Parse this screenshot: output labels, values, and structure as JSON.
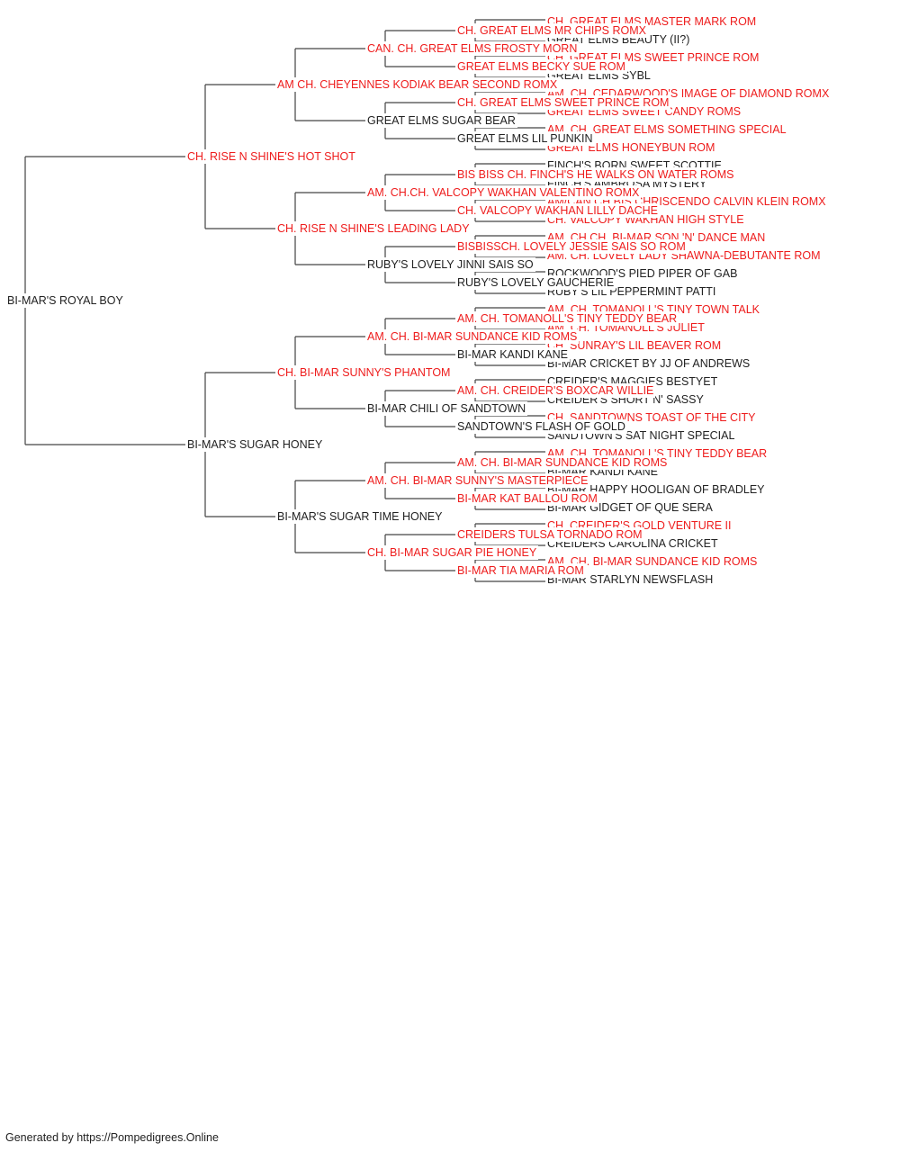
{
  "colors": {
    "titled": "#ee1c1c",
    "plain": "#222222",
    "line": "#444444"
  },
  "pedigree": {
    "name": "BI-MAR'S ROYAL BOY",
    "titled": false,
    "sire": {
      "name": "CH. RISE N SHINE'S HOT SHOT",
      "titled": true,
      "sire": {
        "name": "AM CH. CHEYENNES KODIAK BEAR SECOND ROMX",
        "titled": true,
        "sire": {
          "name": "CAN. CH. GREAT ELMS FROSTY MORN",
          "titled": true,
          "sire": {
            "name": "CH. GREAT ELMS MR CHIPS ROMX",
            "titled": true,
            "sire": {
              "name": "CH. GREAT ELMS MASTER MARK ROM",
              "titled": true
            },
            "dam": {
              "name": "GREAT ELMS BEAUTY (II?)",
              "titled": false
            }
          },
          "dam": {
            "name": "GREAT ELMS BECKY SUE ROM",
            "titled": true,
            "sire": {
              "name": "CH. GREAT ELMS SWEET PRINCE ROM",
              "titled": true
            },
            "dam": {
              "name": "GREAT ELMS SYBL",
              "titled": false
            }
          }
        },
        "dam": {
          "name": "GREAT ELMS SUGAR BEAR",
          "titled": false,
          "sire": {
            "name": "CH. GREAT ELMS SWEET PRINCE ROM",
            "titled": true,
            "sire": {
              "name": "AM. CH. CEDARWOOD'S IMAGE OF DIAMOND ROMX",
              "titled": true
            },
            "dam": {
              "name": "GREAT ELMS SWEET CANDY ROMS",
              "titled": true
            }
          },
          "dam": {
            "name": "GREAT ELMS LIL PUNKIN",
            "titled": false,
            "sire": {
              "name": "AM. CH. GREAT ELMS SOMETHING SPECIAL",
              "titled": true
            },
            "dam": {
              "name": "GREAT ELMS HONEYBUN ROM",
              "titled": true
            }
          }
        }
      },
      "dam": {
        "name": "CH. RISE N SHINE'S LEADING LADY",
        "titled": true,
        "sire": {
          "name": "AM. CH.CH. VALCOPY WAKHAN VALENTINO ROMX",
          "titled": true,
          "sire": {
            "name": "BIS BISS CH. FINCH'S HE WALKS ON WATER ROMS",
            "titled": true,
            "sire": {
              "name": "FINCH'S BORN SWEET SCOTTIE",
              "titled": false
            },
            "dam": {
              "name": "FINCH'S AMBROSA MYSTERY",
              "titled": false
            }
          },
          "dam": {
            "name": "CH. VALCOPY WAKHAN LILLY DACHE",
            "titled": true,
            "sire": {
              "name": "AM/CAN CH.BIS CHRISCENDO CALVIN KLEIN ROMX",
              "titled": true
            },
            "dam": {
              "name": "CH. VALCOPY WAKHAN HIGH STYLE",
              "titled": true
            }
          }
        },
        "dam": {
          "name": "RUBY'S LOVELY JINNI SAIS SO",
          "titled": false,
          "sire": {
            "name": "BISBISSCH. LOVELY JESSIE SAIS SO ROM",
            "titled": true,
            "sire": {
              "name": "AM. CH.CH. BI-MAR SON 'N' DANCE MAN",
              "titled": true
            },
            "dam": {
              "name": "AM. CH. LOVELY LADY SHAWNA-DEBUTANTE ROM",
              "titled": true
            }
          },
          "dam": {
            "name": "RUBY'S LOVELY GAUCHERIE",
            "titled": false,
            "sire": {
              "name": "ROCKWOOD'S PIED PIPER OF GAB",
              "titled": false
            },
            "dam": {
              "name": "RUBY'S LIL PEPPERMINT PATTI",
              "titled": false
            }
          }
        }
      }
    },
    "dam": {
      "name": "BI-MAR'S SUGAR HONEY",
      "titled": false,
      "sire": {
        "name": "CH. BI-MAR SUNNY'S PHANTOM",
        "titled": true,
        "sire": {
          "name": "AM. CH. BI-MAR SUNDANCE KID ROMS",
          "titled": true,
          "sire": {
            "name": "AM. CH. TOMANOLL'S TINY TEDDY BEAR",
            "titled": true,
            "sire": {
              "name": "AM. CH. TOMANOLL'S TINY TOWN TALK",
              "titled": true
            },
            "dam": {
              "name": "AM. CH. TOMANOLL'S JULIET",
              "titled": true
            }
          },
          "dam": {
            "name": "BI-MAR KANDI KANE",
            "titled": false,
            "sire": {
              "name": "CH. SUNRAY'S LIL BEAVER ROM",
              "titled": true
            },
            "dam": {
              "name": "BI-MAR CRICKET BY JJ OF ANDREWS",
              "titled": false
            }
          }
        },
        "dam": {
          "name": "BI-MAR CHILI OF SANDTOWN",
          "titled": false,
          "sire": {
            "name": "AM. CH. CREIDER'S BOXCAR WILLIE",
            "titled": true,
            "sire": {
              "name": "CREIDER'S MAGGIES BESTYET",
              "titled": false
            },
            "dam": {
              "name": "CREIDER'S SHORT N' SASSY",
              "titled": false
            }
          },
          "dam": {
            "name": "SANDTOWN'S FLASH OF GOLD",
            "titled": false,
            "sire": {
              "name": "CH. SANDTOWNS TOAST OF THE CITY",
              "titled": true
            },
            "dam": {
              "name": "SANDTOWN'S SAT NIGHT SPECIAL",
              "titled": false
            }
          }
        }
      },
      "dam": {
        "name": "BI-MAR'S SUGAR TIME HONEY",
        "titled": false,
        "sire": {
          "name": "AM. CH. BI-MAR SUNNY'S MASTERPIECE",
          "titled": true,
          "sire": {
            "name": "AM. CH. BI-MAR SUNDANCE KID ROMS",
            "titled": true,
            "sire": {
              "name": "AM. CH. TOMANOLL'S TINY TEDDY BEAR",
              "titled": true
            },
            "dam": {
              "name": "BI-MAR KANDI KANE",
              "titled": false
            }
          },
          "dam": {
            "name": "BI-MAR KAT BALLOU ROM",
            "titled": true,
            "sire": {
              "name": "BI-MAR HAPPY HOOLIGAN OF BRADLEY",
              "titled": false
            },
            "dam": {
              "name": "BI-MAR GIDGET OF QUE SERA",
              "titled": false
            }
          }
        },
        "dam": {
          "name": "CH. BI-MAR SUGAR PIE HONEY",
          "titled": true,
          "sire": {
            "name": "CREIDERS TULSA TORNADO ROM",
            "titled": true,
            "sire": {
              "name": "CH. CREIDER'S GOLD VENTURE II",
              "titled": true
            },
            "dam": {
              "name": "CREIDERS CAROLINA CRICKET",
              "titled": false
            }
          },
          "dam": {
            "name": "BI-MAR TIA MARIA ROM",
            "titled": true,
            "sire": {
              "name": "AM. CH. BI-MAR SUNDANCE KID ROMS",
              "titled": true
            },
            "dam": {
              "name": "BI-MAR STARLYN NEWSFLASH",
              "titled": false
            }
          }
        }
      }
    }
  },
  "footer": "Generated by https://Pompedigrees.Online"
}
